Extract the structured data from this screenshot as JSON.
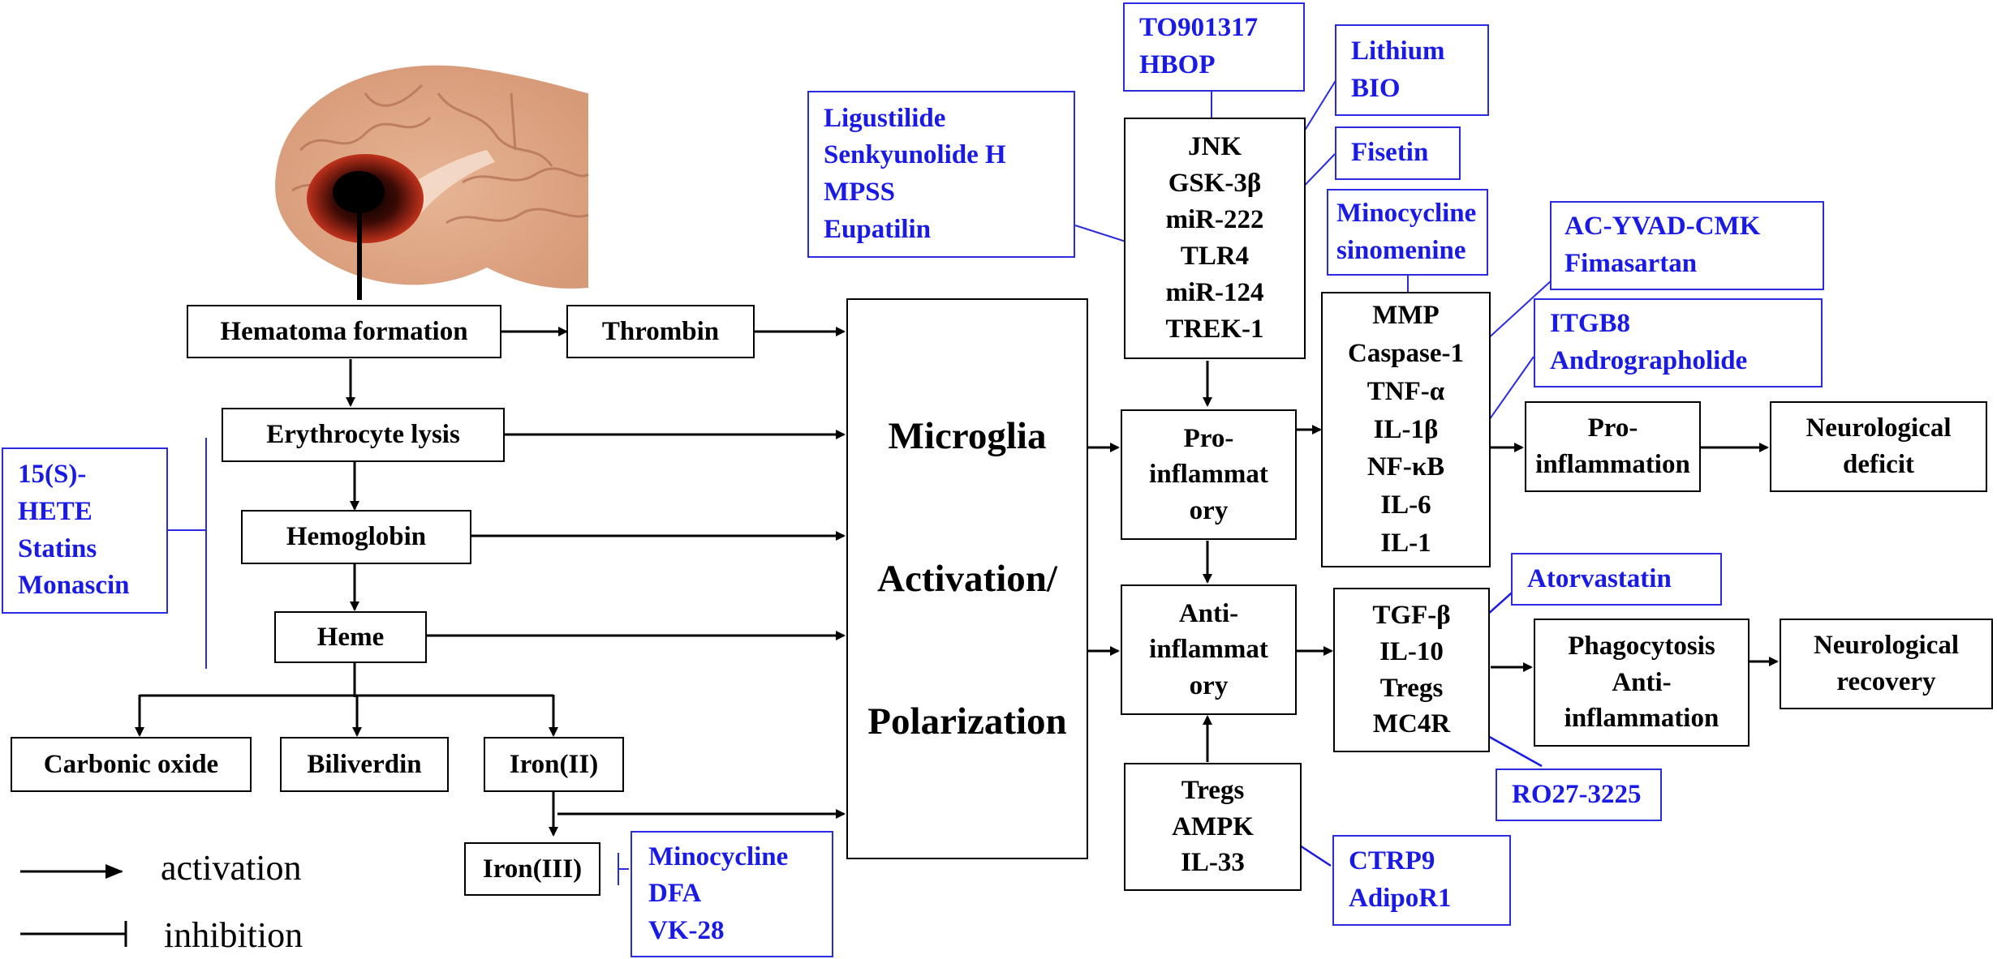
{
  "nodes": {
    "hematoma": "Hematoma formation",
    "thrombin": "Thrombin",
    "erythrocyte": "Erythrocyte lysis",
    "hemoglobin": "Hemoglobin",
    "heme": "Heme",
    "carbonic": "Carbonic oxide",
    "biliverdin": "Biliverdin",
    "iron2": "Iron(II)",
    "iron3": "Iron(III)",
    "microglia": [
      "Microglia",
      "Activation/",
      "Polarization"
    ],
    "signal_list": [
      "JNK",
      "GSK-3β",
      "miR-222",
      "TLR4",
      "miR-124",
      "TREK-1"
    ],
    "proinflammatory": [
      "Pro-",
      "inflammat",
      "ory"
    ],
    "antiinflammatory": [
      "Anti-",
      "inflammat",
      "ory"
    ],
    "tregs_list": [
      "Tregs",
      "AMPK",
      "IL-33"
    ],
    "cytokines_pro": [
      "MMP",
      "Caspase-1",
      "TNF-α",
      "IL-1β",
      "NF-κB",
      "IL-6",
      "IL-1"
    ],
    "cytokines_anti": [
      "TGF-β",
      "IL-10",
      "Tregs",
      "MC4R"
    ],
    "pro_inflammation": [
      "Pro-",
      "inflammation"
    ],
    "neuro_deficit": [
      "Neurological",
      "deficit"
    ],
    "phagocytosis": [
      "Phagocytosis",
      "Anti-",
      "inflammation"
    ],
    "neuro_recovery": [
      "Neurological",
      "recovery"
    ]
  },
  "drugs": {
    "to901317": [
      "TO901317",
      "HBOP"
    ],
    "lithium": [
      "Lithium",
      "BIO"
    ],
    "fisetin": [
      "Fisetin"
    ],
    "ligustilide": [
      "Ligustilide",
      "Senkyunolide H",
      "MPSS",
      "Eupatilin"
    ],
    "minocycline_sino": [
      "Minocycline",
      "sinomenine"
    ],
    "acyvad": [
      "AC-YVAD-CMK",
      "Fimasartan"
    ],
    "itgb8": [
      "ITGB8",
      "Andrographolide"
    ],
    "hete": [
      "15(S)-",
      "HETE",
      "Statins",
      "Monascin"
    ],
    "atorvastatin": [
      "Atorvastatin"
    ],
    "ro27": [
      "RO27-3225"
    ],
    "ctrp9": [
      "CTRP9",
      "AdipoR1"
    ],
    "minocycline_dfa": [
      "Minocycline",
      "DFA",
      "VK-28"
    ]
  },
  "legend": {
    "activation": "activation",
    "inhibition": "inhibition"
  },
  "colors": {
    "drug_text": "#1a1ae6",
    "drug_border": "#2b2be0",
    "arrow": "#000000"
  },
  "image": {
    "description_icon": "brain-hemorrhage-illustration"
  }
}
